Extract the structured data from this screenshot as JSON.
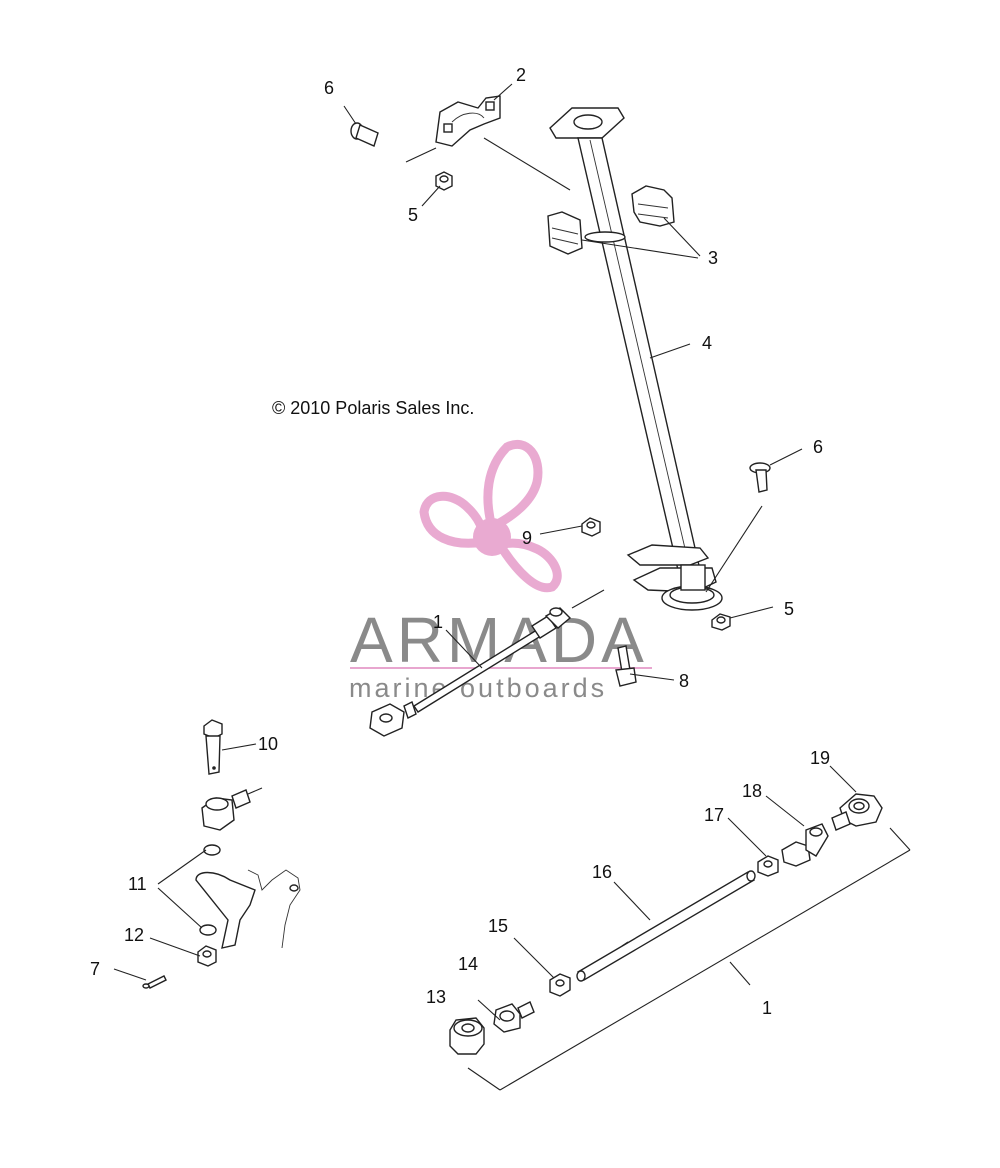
{
  "copyright": "© 2010 Polaris Sales Inc.",
  "watermark": {
    "brand": "ARMADA",
    "tagline": "marine outboards",
    "logo_color": "#e8a6cf",
    "text_color": "#8a8a8a"
  },
  "callouts": {
    "c1_top": "1",
    "c1_bottom": "1",
    "c2": "2",
    "c3": "3",
    "c4": "4",
    "c5_top": "5",
    "c5_bottom": "5",
    "c6_top": "6",
    "c6_right": "6",
    "c7": "7",
    "c8": "8",
    "c9": "9",
    "c10": "10",
    "c11": "11",
    "c12": "12",
    "c13": "13",
    "c14": "14",
    "c15": "15",
    "c16": "16",
    "c17": "17",
    "c18": "18",
    "c19": "19"
  }
}
